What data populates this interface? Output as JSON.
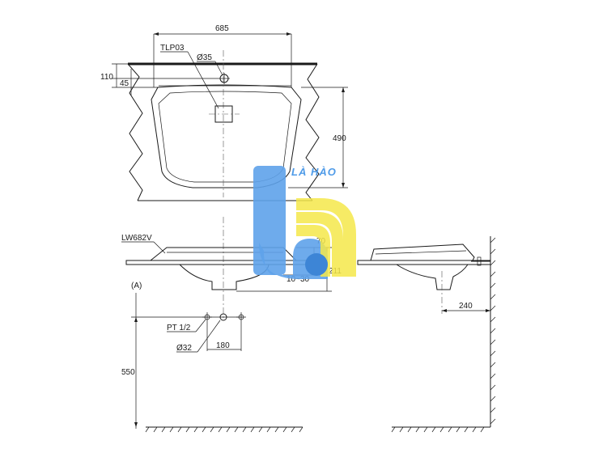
{
  "plan_view": {
    "width_label": "685",
    "depth_label": "490",
    "top_offset_label": "110",
    "deck_offset_label": "45",
    "tap_hole_label": "Ø35",
    "drain_label": "TLP03"
  },
  "front_view": {
    "basin_label": "LW682V",
    "reference_label": "(A)",
    "height_70_label": "70",
    "height_211_label": "211",
    "counter_label": "10~30",
    "pipe_label": "PT 1/2",
    "waste_label": "Ø32",
    "spacing_label": "180",
    "floor_height_label": "550"
  },
  "side_view": {
    "wall_offset_label": "240"
  },
  "watermark": {
    "text": "LÀ HÀO",
    "blue": "#5ea2ea",
    "yellow": "#f5e84a"
  }
}
